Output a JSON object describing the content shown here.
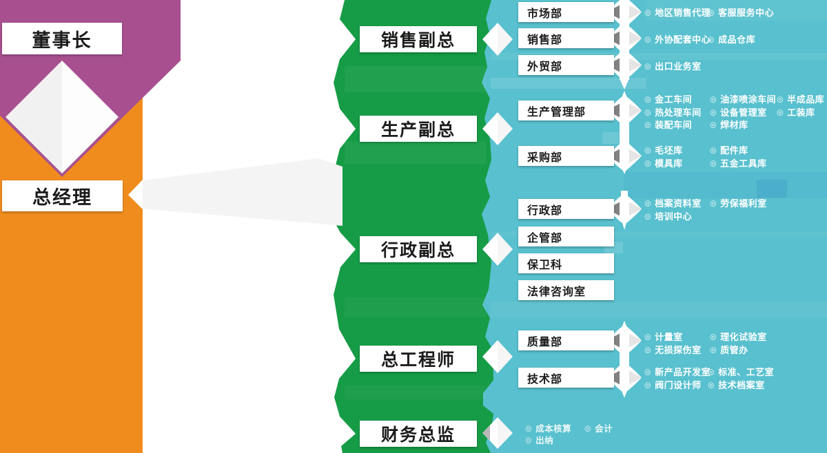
{
  "org": {
    "chairman": "董事长",
    "general_manager": "总经理",
    "executives": [
      {
        "label": "销售副总"
      },
      {
        "label": "生产副总"
      },
      {
        "label": "行政副总"
      },
      {
        "label": "总工程师"
      },
      {
        "label": "财务总监"
      }
    ],
    "departments": [
      {
        "label": "市场部"
      },
      {
        "label": "销售部"
      },
      {
        "label": "外贸部"
      },
      {
        "label": "生产管理部"
      },
      {
        "label": "采购部"
      },
      {
        "label": "行政部"
      },
      {
        "label": "企管部"
      },
      {
        "label": "保卫科"
      },
      {
        "label": "法律咨询室"
      },
      {
        "label": "质量部"
      },
      {
        "label": "技术部"
      }
    ],
    "units": {
      "market": [
        [
          "地区销售代理"
        ],
        [
          "客服服务中心"
        ]
      ],
      "sales": [
        [
          "外协配套中心"
        ],
        [
          "成品仓库"
        ]
      ],
      "trade": [
        [
          "出口业务室"
        ]
      ],
      "prodmgmt": [
        [
          "金工车间",
          "热处理车间",
          "装配车间"
        ],
        [
          "油漆喷涂车间",
          "设备管理室",
          "焊材库"
        ],
        [
          "半成品库",
          "工装库"
        ]
      ],
      "purchase": [
        [
          "毛坯库",
          "模具库"
        ],
        [
          "配件库",
          "五金工具库"
        ]
      ],
      "admin": [
        [
          "档案资料室",
          "培训中心"
        ],
        [
          "劳保福利室"
        ]
      ],
      "quality": [
        [
          "计量室",
          "无损探伤室"
        ],
        [
          "理化试验室",
          "质管办"
        ]
      ],
      "tech": [
        [
          "新产品开发室",
          "阀门设计师"
        ],
        [
          "标准、工艺室",
          "技术档案室"
        ]
      ],
      "finance": [
        [
          "成本核算",
          "出纳"
        ],
        [
          "会计"
        ]
      ]
    }
  },
  "icons": {
    "bullet": "◎"
  },
  "palette": {
    "chairman_purple": "#a8508f",
    "gm_orange": "#f08c1e",
    "exec_green": "#169c46",
    "dept_teal": "#58c0ce",
    "box_white": "#ffffff",
    "text_dark": "#1b1b1b",
    "unit_text": "#ffffff"
  }
}
